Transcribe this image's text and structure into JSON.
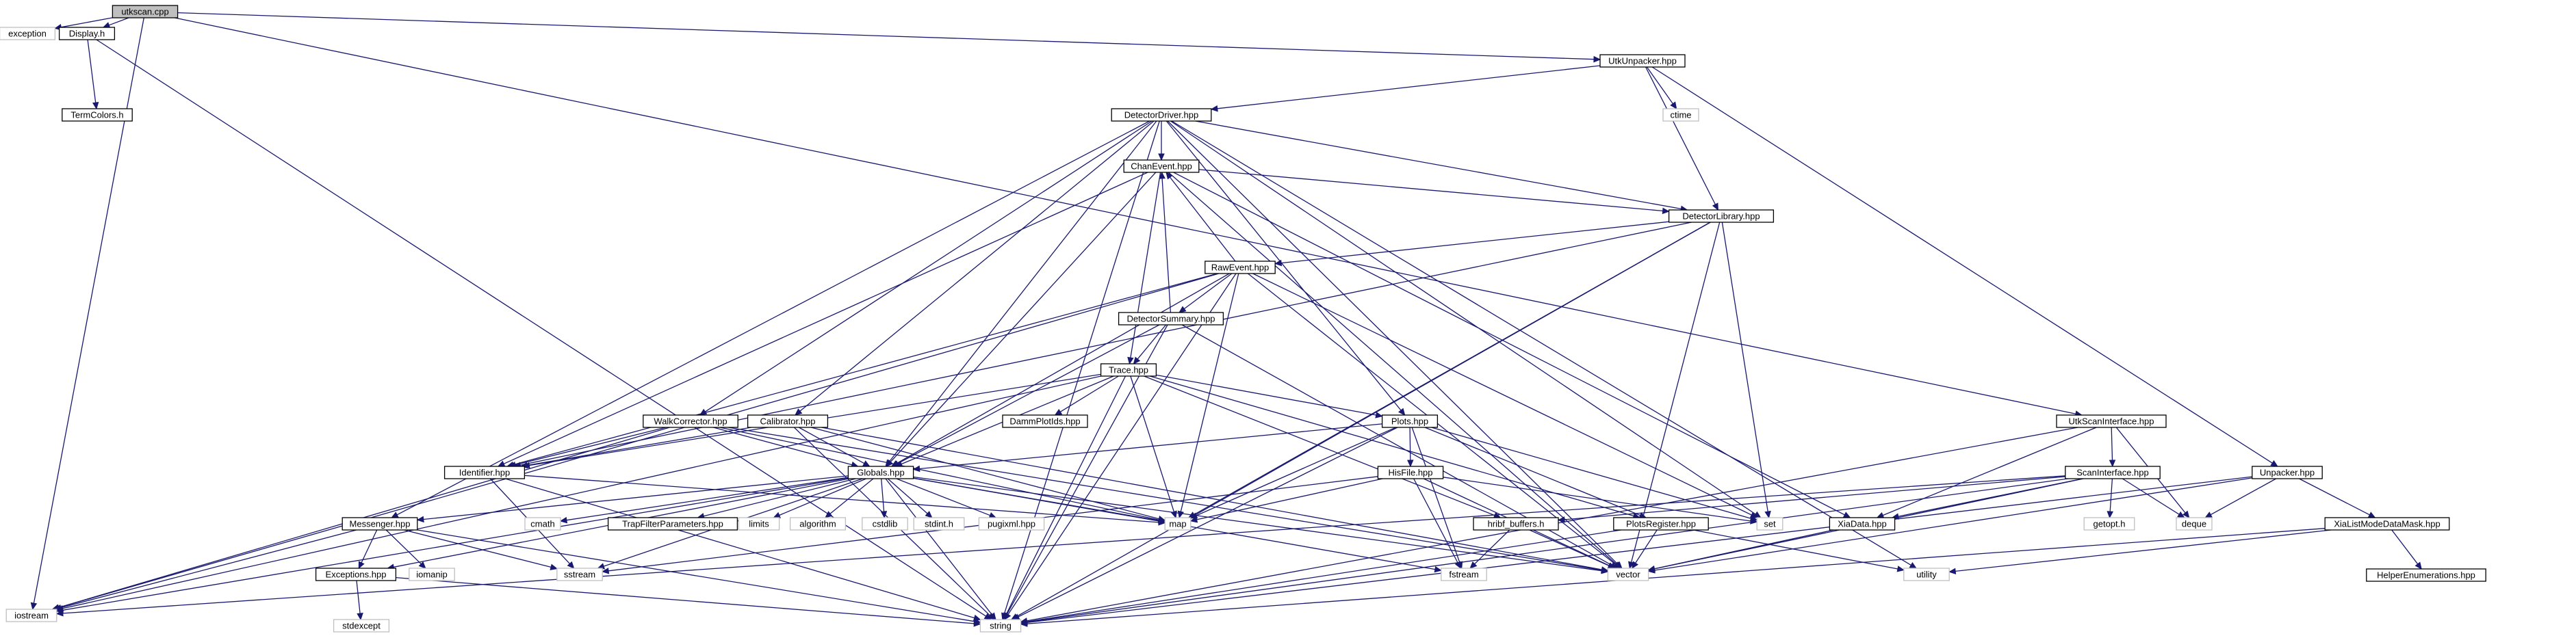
{
  "graph": {
    "edge_color": "#191970",
    "root_fill": "#bfbfbf",
    "system_header_border": "#bfbfbf",
    "nodes": [
      {
        "id": "utkscan",
        "label": "utkscan.cpp",
        "kind": "root"
      },
      {
        "id": "exception",
        "label": "exception",
        "kind": "system"
      },
      {
        "id": "display",
        "label": "Display.h",
        "kind": "file"
      },
      {
        "id": "iostream",
        "label": "iostream",
        "kind": "system"
      },
      {
        "id": "utkunpacker",
        "label": "UtkUnpacker.hpp",
        "kind": "file"
      },
      {
        "id": "utkscaninterface",
        "label": "UtkScanInterface.hpp",
        "kind": "file"
      },
      {
        "id": "string",
        "label": "string",
        "kind": "system"
      },
      {
        "id": "termcolors",
        "label": "TermColors.h",
        "kind": "file"
      },
      {
        "id": "ctime",
        "label": "ctime",
        "kind": "system"
      },
      {
        "id": "detectordriver",
        "label": "DetectorDriver.hpp",
        "kind": "file"
      },
      {
        "id": "detectorlibrary",
        "label": "DetectorLibrary.hpp",
        "kind": "file"
      },
      {
        "id": "unpacker",
        "label": "Unpacker.hpp",
        "kind": "file"
      },
      {
        "id": "chanevent",
        "label": "ChanEvent.hpp",
        "kind": "file"
      },
      {
        "id": "rawevent",
        "label": "RawEvent.hpp",
        "kind": "file"
      },
      {
        "id": "detectorsummary",
        "label": "DetectorSummary.hpp",
        "kind": "file"
      },
      {
        "id": "trace",
        "label": "Trace.hpp",
        "kind": "file"
      },
      {
        "id": "dammplotids",
        "label": "DammPlotIds.hpp",
        "kind": "file"
      },
      {
        "id": "plots",
        "label": "Plots.hpp",
        "kind": "file"
      },
      {
        "id": "walkcorrector",
        "label": "WalkCorrector.hpp",
        "kind": "file"
      },
      {
        "id": "calibrator",
        "label": "Calibrator.hpp",
        "kind": "file"
      },
      {
        "id": "identifier",
        "label": "Identifier.hpp",
        "kind": "file"
      },
      {
        "id": "globals",
        "label": "Globals.hpp",
        "kind": "file"
      },
      {
        "id": "histfile",
        "label": "HisFile.hpp",
        "kind": "file"
      },
      {
        "id": "map",
        "label": "map",
        "kind": "system"
      },
      {
        "id": "set",
        "label": "set",
        "kind": "system"
      },
      {
        "id": "scaninterface",
        "label": "ScanInterface.hpp",
        "kind": "file"
      },
      {
        "id": "xiadata",
        "label": "XiaData.hpp",
        "kind": "file"
      },
      {
        "id": "deque",
        "label": "deque",
        "kind": "system"
      },
      {
        "id": "xialistmode",
        "label": "XiaListModeDataMask.hpp",
        "kind": "file"
      },
      {
        "id": "helperenum",
        "label": "HelperEnumerations.hpp",
        "kind": "file"
      },
      {
        "id": "utility",
        "label": "utility",
        "kind": "system"
      },
      {
        "id": "vector",
        "label": "vector",
        "kind": "system"
      },
      {
        "id": "messenger",
        "label": "Messenger.hpp",
        "kind": "file"
      },
      {
        "id": "cmath",
        "label": "cmath",
        "kind": "system"
      },
      {
        "id": "trapfilter",
        "label": "TrapFilterParameters.hpp",
        "kind": "file"
      },
      {
        "id": "limits",
        "label": "limits",
        "kind": "system"
      },
      {
        "id": "algorithm",
        "label": "algorithm",
        "kind": "system"
      },
      {
        "id": "cstdlib",
        "label": "cstdlib",
        "kind": "system"
      },
      {
        "id": "stdint",
        "label": "stdint.h",
        "kind": "system"
      },
      {
        "id": "pugixml",
        "label": "pugixml.hpp",
        "kind": "system"
      },
      {
        "id": "hribf",
        "label": "hribf_buffers.h",
        "kind": "file"
      },
      {
        "id": "plotsregister",
        "label": "PlotsRegister.hpp",
        "kind": "file"
      },
      {
        "id": "getopt",
        "label": "getopt.h",
        "kind": "system"
      },
      {
        "id": "iomanip",
        "label": "iomanip",
        "kind": "system"
      },
      {
        "id": "sstream",
        "label": "sstream",
        "kind": "system"
      },
      {
        "id": "fstream",
        "label": "fstream",
        "kind": "system"
      },
      {
        "id": "exceptions",
        "label": "Exceptions.hpp",
        "kind": "file"
      },
      {
        "id": "stdexcept",
        "label": "stdexcept",
        "kind": "system"
      }
    ],
    "edges": [
      [
        "utkscan",
        "exception"
      ],
      [
        "utkscan",
        "display"
      ],
      [
        "utkscan",
        "iostream"
      ],
      [
        "utkscan",
        "utkunpacker"
      ],
      [
        "utkscan",
        "utkscaninterface"
      ],
      [
        "display",
        "termcolors"
      ],
      [
        "display",
        "string"
      ],
      [
        "utkunpacker",
        "ctime"
      ],
      [
        "utkunpacker",
        "detectordriver"
      ],
      [
        "utkunpacker",
        "detectorlibrary"
      ],
      [
        "utkunpacker",
        "unpacker"
      ],
      [
        "detectordriver",
        "chanevent"
      ],
      [
        "detectordriver",
        "detectorlibrary"
      ],
      [
        "detectordriver",
        "walkcorrector"
      ],
      [
        "detectordriver",
        "calibrator"
      ],
      [
        "detectordriver",
        "plots"
      ],
      [
        "detectordriver",
        "messenger"
      ],
      [
        "detectordriver",
        "globals"
      ],
      [
        "detectordriver",
        "set"
      ],
      [
        "detectordriver",
        "vector"
      ],
      [
        "detectordriver",
        "string"
      ],
      [
        "detectordriver",
        "utility"
      ],
      [
        "chanevent",
        "trace"
      ],
      [
        "chanevent",
        "detectorlibrary"
      ],
      [
        "chanevent",
        "globals"
      ],
      [
        "chanevent",
        "identifier"
      ],
      [
        "chanevent",
        "xiadata"
      ],
      [
        "chanevent",
        "vector"
      ],
      [
        "detectorlibrary",
        "rawevent"
      ],
      [
        "detectorlibrary",
        "identifier"
      ],
      [
        "detectorlibrary",
        "map"
      ],
      [
        "detectorlibrary",
        "set"
      ],
      [
        "detectorlibrary",
        "vector"
      ],
      [
        "detectorlibrary",
        "string"
      ],
      [
        "rawevent",
        "chanevent"
      ],
      [
        "rawevent",
        "detectorsummary"
      ],
      [
        "rawevent",
        "globals"
      ],
      [
        "rawevent",
        "identifier"
      ],
      [
        "rawevent",
        "map"
      ],
      [
        "rawevent",
        "set"
      ],
      [
        "rawevent",
        "vector"
      ],
      [
        "rawevent",
        "string"
      ],
      [
        "rawevent",
        "iostream"
      ],
      [
        "detectorsummary",
        "chanevent"
      ],
      [
        "detectorsummary",
        "trace"
      ],
      [
        "detectorsummary",
        "globals"
      ],
      [
        "detectorsummary",
        "vector"
      ],
      [
        "detectorsummary",
        "string"
      ],
      [
        "trace",
        "plots"
      ],
      [
        "trace",
        "dammplotids"
      ],
      [
        "trace",
        "globals"
      ],
      [
        "trace",
        "plotsregister"
      ],
      [
        "trace",
        "identifier"
      ],
      [
        "trace",
        "hribf"
      ],
      [
        "trace",
        "map"
      ],
      [
        "trace",
        "string"
      ],
      [
        "trace",
        "iostream"
      ],
      [
        "plots",
        "histfile"
      ],
      [
        "plots",
        "plotsregister"
      ],
      [
        "plots",
        "globals"
      ],
      [
        "plots",
        "map"
      ],
      [
        "plots",
        "set"
      ],
      [
        "plots",
        "fstream"
      ],
      [
        "plots",
        "string"
      ],
      [
        "walkcorrector",
        "identifier"
      ],
      [
        "walkcorrector",
        "globals"
      ],
      [
        "walkcorrector",
        "map"
      ],
      [
        "walkcorrector",
        "vector"
      ],
      [
        "walkcorrector",
        "iostream"
      ],
      [
        "calibrator",
        "identifier"
      ],
      [
        "calibrator",
        "globals"
      ],
      [
        "calibrator",
        "map"
      ],
      [
        "calibrator",
        "vector"
      ],
      [
        "calibrator",
        "string"
      ],
      [
        "identifier",
        "sstream"
      ],
      [
        "identifier",
        "map"
      ],
      [
        "identifier",
        "string"
      ],
      [
        "globals",
        "messenger"
      ],
      [
        "globals",
        "exceptions"
      ],
      [
        "globals",
        "cmath"
      ],
      [
        "globals",
        "trapfilter"
      ],
      [
        "globals",
        "limits"
      ],
      [
        "globals",
        "algorithm"
      ],
      [
        "globals",
        "cstdlib"
      ],
      [
        "globals",
        "stdint"
      ],
      [
        "globals",
        "pugixml"
      ],
      [
        "globals",
        "map"
      ],
      [
        "globals",
        "vector"
      ],
      [
        "globals",
        "sstream"
      ],
      [
        "globals",
        "string"
      ],
      [
        "globals",
        "fstream"
      ],
      [
        "globals",
        "iostream"
      ],
      [
        "histfile",
        "map"
      ],
      [
        "histfile",
        "fstream"
      ],
      [
        "histfile",
        "vector"
      ],
      [
        "histfile",
        "sstream"
      ],
      [
        "histfile",
        "set"
      ],
      [
        "hribf",
        "vector"
      ],
      [
        "hribf",
        "fstream"
      ],
      [
        "plotsregister",
        "vector"
      ],
      [
        "plotsregister",
        "string"
      ],
      [
        "plotsregister",
        "utility"
      ],
      [
        "utkscaninterface",
        "scaninterface"
      ],
      [
        "utkscaninterface",
        "xiadata"
      ],
      [
        "utkscaninterface",
        "deque"
      ],
      [
        "utkscaninterface",
        "string"
      ],
      [
        "scaninterface",
        "hribf"
      ],
      [
        "scaninterface",
        "xiadata"
      ],
      [
        "scaninterface",
        "getopt"
      ],
      [
        "scaninterface",
        "deque"
      ],
      [
        "scaninterface",
        "vector"
      ],
      [
        "scaninterface",
        "string"
      ],
      [
        "scaninterface",
        "iostream"
      ],
      [
        "xiadata",
        "vector"
      ],
      [
        "unpacker",
        "deque"
      ],
      [
        "unpacker",
        "xialistmode"
      ],
      [
        "unpacker",
        "vector"
      ],
      [
        "unpacker",
        "string"
      ],
      [
        "xialistmode",
        "helperenum"
      ],
      [
        "xialistmode",
        "utility"
      ],
      [
        "xialistmode",
        "string"
      ],
      [
        "messenger",
        "exceptions"
      ],
      [
        "messenger",
        "iomanip"
      ],
      [
        "messenger",
        "sstream"
      ],
      [
        "messenger",
        "string"
      ],
      [
        "messenger",
        "iostream"
      ],
      [
        "exceptions",
        "stdexcept"
      ],
      [
        "exceptions",
        "string"
      ]
    ]
  }
}
